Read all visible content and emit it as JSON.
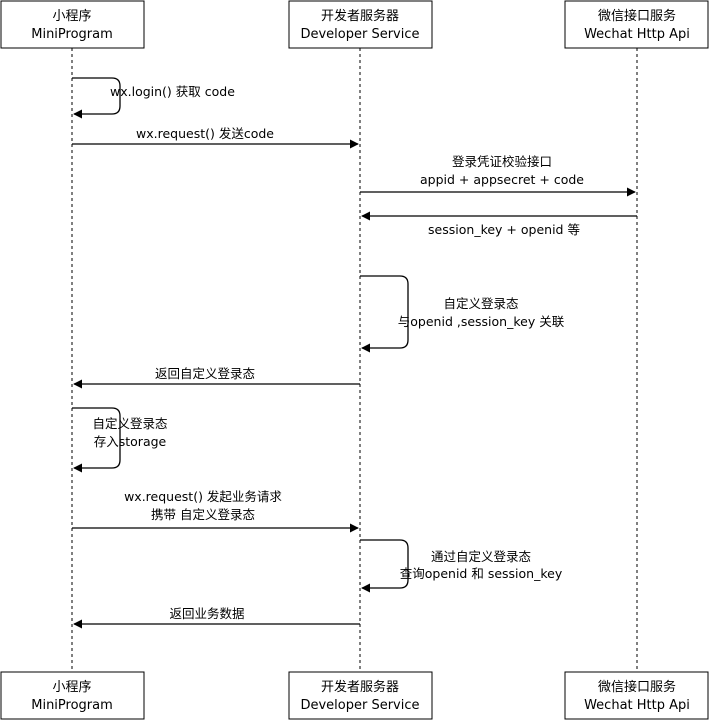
{
  "participants": [
    {
      "line1": "小程序",
      "line2": "MiniProgram"
    },
    {
      "line1": "开发者服务器",
      "line2": "Developer Service"
    },
    {
      "line1": "微信接口服务",
      "line2": "Wechat Http Api"
    }
  ],
  "messages": [
    {
      "label": "wx.login() 获取 code"
    },
    {
      "label": "wx.request() 发送code"
    },
    {
      "line1": "登录凭证校验接口",
      "line2": "appid + appsecret + code"
    },
    {
      "label": "session_key + openid 等"
    },
    {
      "line1": "自定义登录态",
      "line2": "与openid ,session_key 关联"
    },
    {
      "label": "返回自定义登录态"
    },
    {
      "line1": "自定义登录态",
      "line2": "存入storage"
    },
    {
      "line1": "wx.request() 发起业务请求",
      "line2": "携带 自定义登录态"
    },
    {
      "line1": "通过自定义登录态",
      "line2": "查询openid 和 session_key"
    },
    {
      "label": "返回业务数据"
    }
  ]
}
